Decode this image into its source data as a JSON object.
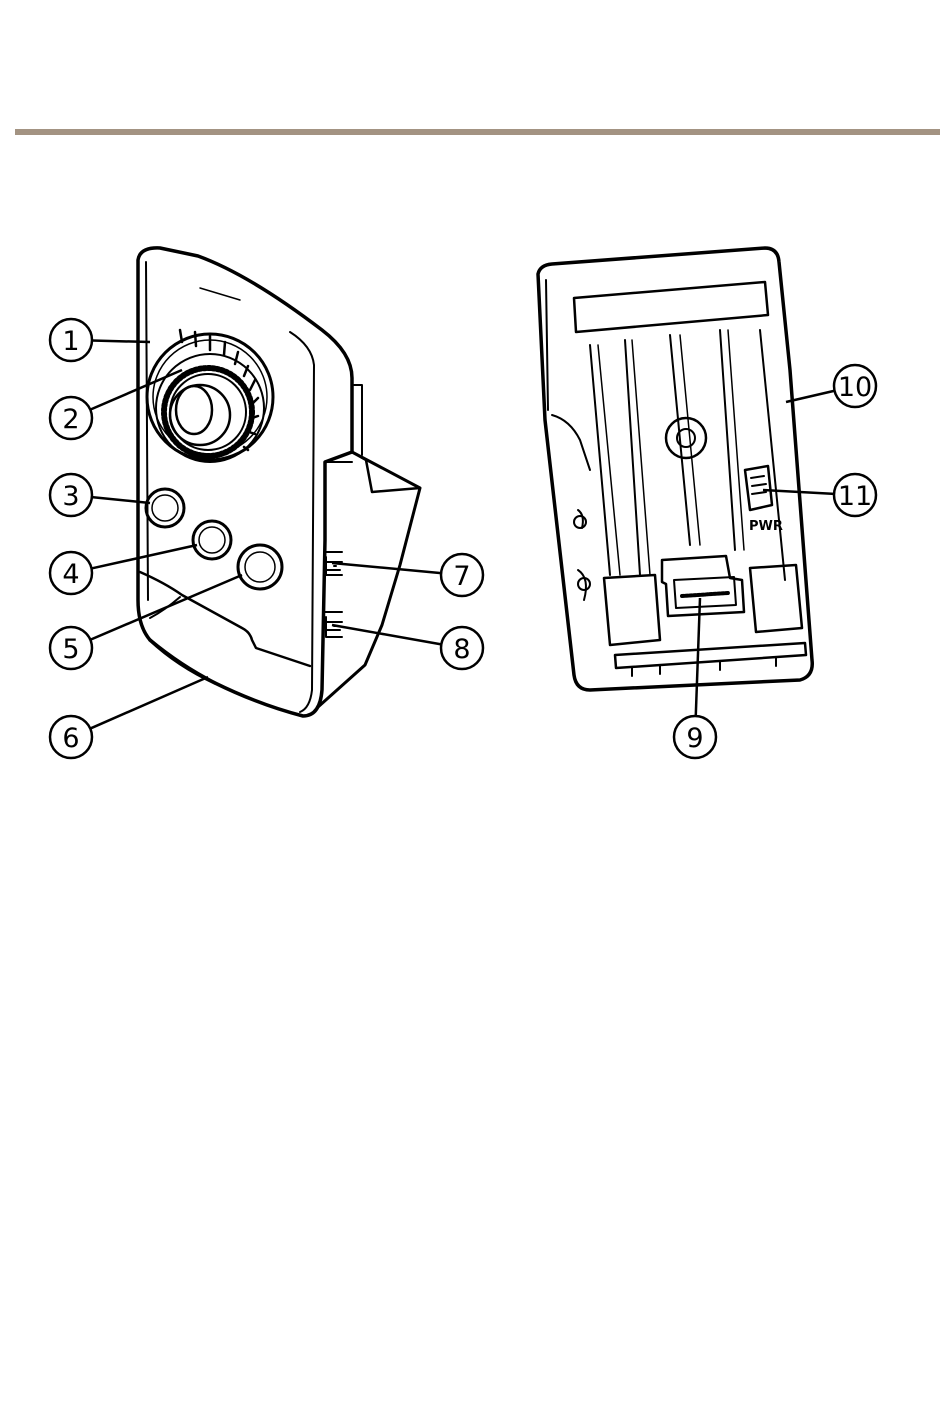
{
  "rule_color": "#a39382",
  "line_color": "#000000",
  "back_label": "PWR",
  "callouts": [
    {
      "label": "1"
    },
    {
      "label": "2"
    },
    {
      "label": "3"
    },
    {
      "label": "4"
    },
    {
      "label": "5"
    },
    {
      "label": "6"
    },
    {
      "label": "7"
    },
    {
      "label": "8"
    },
    {
      "label": "9"
    },
    {
      "label": "10"
    },
    {
      "label": "11"
    }
  ]
}
